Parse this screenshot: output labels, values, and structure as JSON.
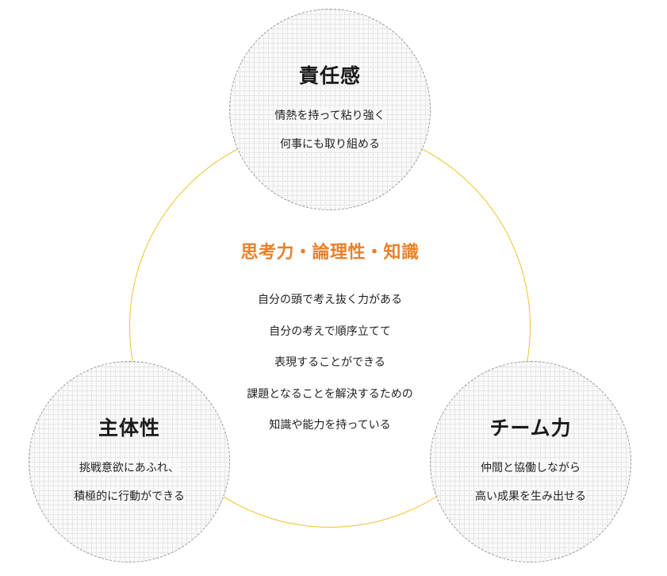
{
  "center": {
    "title": "思考力・論理性・知識",
    "lines": [
      "自分の頭で考え抜く力がある",
      "自分の考えで順序立てて",
      "表現することができる",
      "課題となることを解決するための",
      "知識や能力を持っている"
    ]
  },
  "top": {
    "title": "責任感",
    "lines": [
      "情熱を持って粘り強く",
      "何事にも取り組める"
    ]
  },
  "left": {
    "title": "主体性",
    "lines": [
      "挑戦意欲にあふれ、",
      "積極的に行動ができる"
    ]
  },
  "right": {
    "title": "チーム力",
    "lines": [
      "仲間と協働しながら",
      "高い成果を生み出せる"
    ]
  },
  "colors": {
    "accent_orange": "#e8812a",
    "ring_yellow": "#f2c12e",
    "dashed_border": "#9a9a9a",
    "grid_line": "#e6e6e6"
  }
}
